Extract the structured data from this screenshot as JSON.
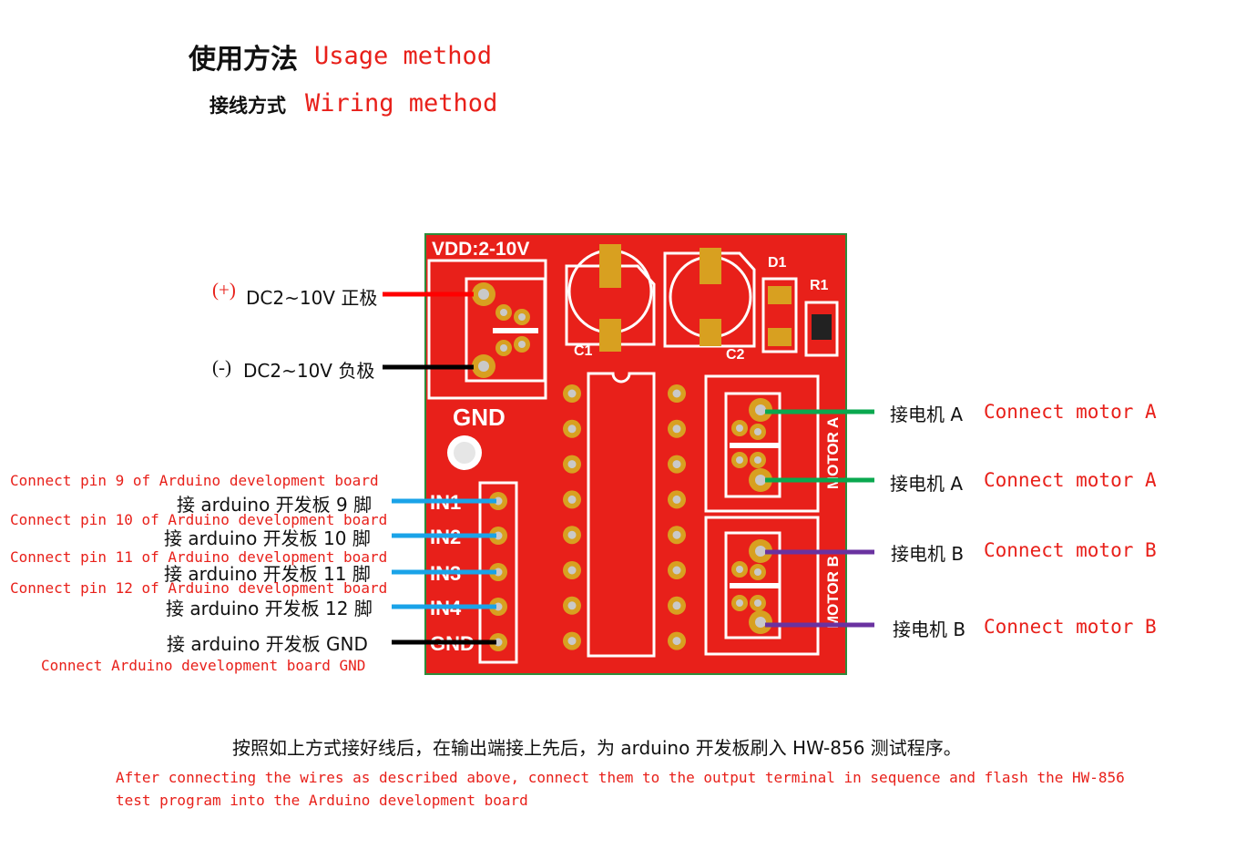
{
  "header": {
    "title_cn": "使用方法",
    "title_en": "Usage method",
    "subtitle_cn": "接线方式",
    "subtitle_en": "Wiring method"
  },
  "board": {
    "vdd_label": "VDD:2-10V",
    "gnd_label": "GND",
    "c1": "C1",
    "c2": "C2",
    "d1": "D1",
    "r1": "R1",
    "motor_a": "MOTOR A",
    "motor_b": "MOTOR B",
    "pins": [
      "IN1",
      "IN2",
      "IN3",
      "IN4",
      "GND"
    ]
  },
  "power": {
    "pos_sign": "(+)",
    "pos_cn": "DC2~10V 正极",
    "neg_sign": "(-)",
    "neg_cn": "DC2~10V 负极"
  },
  "inputs": [
    {
      "en": "Connect pin 9 of Arduino development board",
      "cn": "接 arduino 开发板 9 脚"
    },
    {
      "en": "Connect pin 10 of Arduino development board",
      "cn": "接 arduino 开发板 10 脚"
    },
    {
      "en": "Connect pin 11 of Arduino development board",
      "cn": "接 arduino 开发板 11 脚"
    },
    {
      "en": "Connect pin 12 of Arduino development board",
      "cn": "接 arduino 开发板 12 脚"
    }
  ],
  "gnd_link": {
    "cn": "接 arduino 开发板 GND",
    "en": "Connect Arduino development board GND"
  },
  "motors": [
    {
      "cn": "接电机 A",
      "en": "Connect motor A"
    },
    {
      "cn": "接电机 A",
      "en": "Connect motor A"
    },
    {
      "cn": "接电机 B",
      "en": "Connect motor B"
    },
    {
      "cn": "接电机 B",
      "en": "Connect motor B"
    }
  ],
  "footer": {
    "cn": "按照如上方式接好线后，在输出端接上先后，为 arduino 开发板刷入 HW-856 测试程序。",
    "en_line1": "After connecting the wires as described above, connect them to the output terminal in sequence and flash the HW-856",
    "en_line2": "test program into the Arduino development board"
  },
  "colors": {
    "board_red": "#e8201a",
    "board_border": "#2e8b3a",
    "silk": "#ffffff",
    "pad_gold": "#d8a020",
    "wire_red": "#ff0000",
    "wire_black": "#000000",
    "wire_blue": "#1aa3e8",
    "wire_green": "#0aa84f",
    "wire_purple": "#6a32a0",
    "text_red": "#e8201a"
  }
}
